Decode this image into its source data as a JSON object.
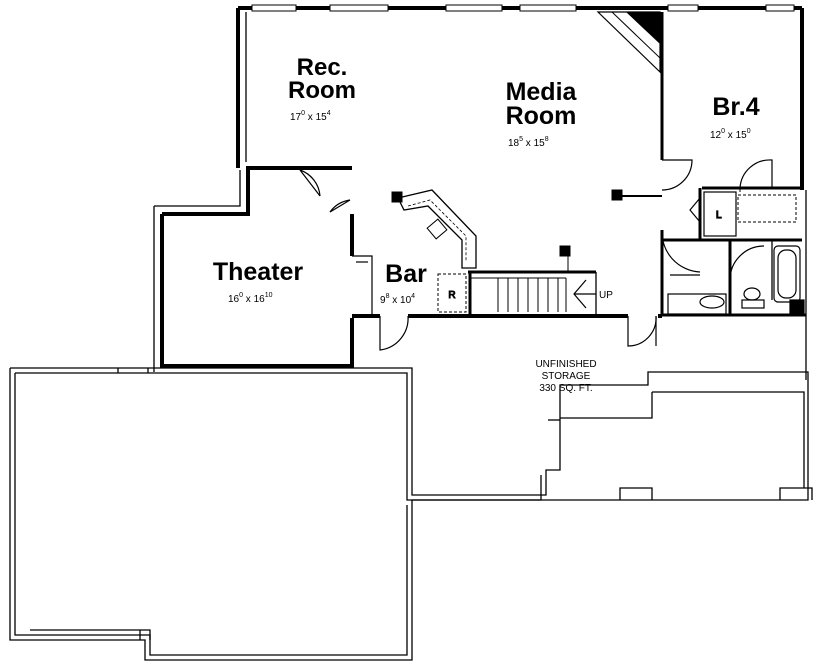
{
  "rooms": {
    "rec": {
      "name_line1": "Rec.",
      "name_line2": "Room",
      "dim_a": "17",
      "dim_a_sup": "0",
      "dim_b": "15",
      "dim_b_sup": "4"
    },
    "media": {
      "name_line1": "Media",
      "name_line2": "Room",
      "dim_a": "18",
      "dim_a_sup": "5",
      "dim_b": "15",
      "dim_b_sup": "8"
    },
    "br4": {
      "name": "Br.4",
      "dim_a": "12",
      "dim_a_sup": "0",
      "dim_b": "15",
      "dim_b_sup": "0"
    },
    "theater": {
      "name": "Theater",
      "dim_a": "16",
      "dim_a_sup": "0",
      "dim_b": "16",
      "dim_b_sup": "10"
    },
    "bar": {
      "name": "Bar",
      "dim_a": "9",
      "dim_a_sup": "8",
      "dim_b": "10",
      "dim_b_sup": "4"
    }
  },
  "storage": {
    "line1": "UNFINISHED",
    "line2": "STORAGE",
    "line3": "330 SQ. FT."
  },
  "stairs": {
    "label": "UP"
  },
  "fixtures": {
    "laundry": "L",
    "refrigerator": "R"
  }
}
